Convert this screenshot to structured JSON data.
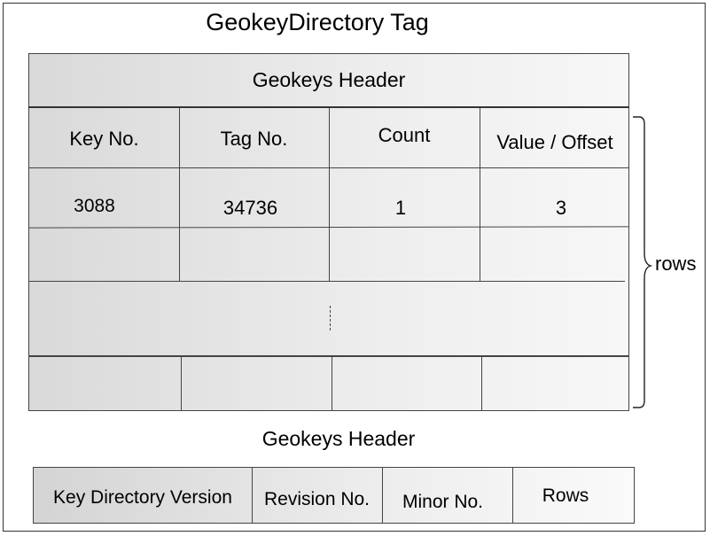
{
  "title": "GeokeyDirectory Tag",
  "table_header": "Geokeys Header",
  "columns": [
    "Key No.",
    "Tag No.",
    "Count",
    "Value / Offset"
  ],
  "first_row": [
    "3088",
    "34736",
    "1",
    "3"
  ],
  "brace_label": "rows",
  "header_title": "Geokeys Header",
  "header_fields": [
    "Key Directory Version",
    "Revision No.",
    "Minor No.",
    "Rows"
  ]
}
